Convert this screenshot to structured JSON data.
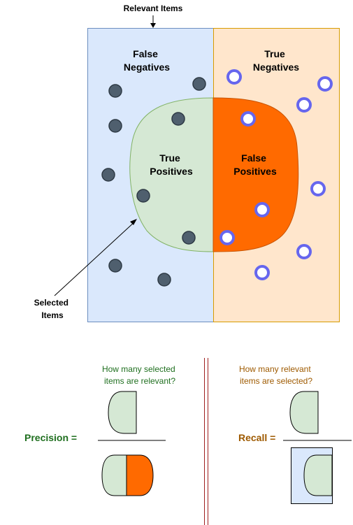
{
  "labels": {
    "relevant_items": "Relevant Items",
    "selected_items_line1": "Selected",
    "selected_items_line2": "Items",
    "false_negatives_line1": "False",
    "false_negatives_line2": "Negatives",
    "true_negatives_line1": "True",
    "true_negatives_line2": "Negatives",
    "true_positives_line1": "True",
    "true_positives_line2": "Positives",
    "false_positives_line1": "False",
    "false_positives_line2": "Positives"
  },
  "precision": {
    "label": "Precision =",
    "question_line1": "How many selected",
    "question_line2": "items are relevant?"
  },
  "recall": {
    "label": "Recall =",
    "question_line1": "How many relevant",
    "question_line2": "items are selected?"
  },
  "colors": {
    "relevant_fill": "#dae8fc",
    "relevant_stroke": "#6c8ebf",
    "nonrelevant_fill": "#ffe6cc",
    "nonrelevant_stroke": "#d79b00",
    "true_positive_fill": "#d5e8d4",
    "true_positive_stroke": "#82b366",
    "false_positive_fill": "#ff6a00",
    "relevant_dot": "#4f5f6e",
    "nonrelevant_ring": "#6666ee",
    "precision_text": "#1f6f1f",
    "recall_text": "#9e5a00",
    "divider": "#a02020"
  }
}
